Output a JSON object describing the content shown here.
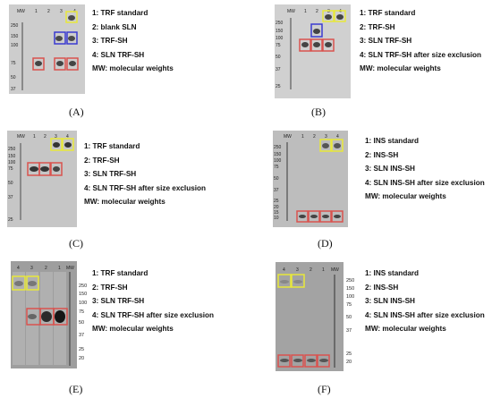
{
  "panels": [
    {
      "id": "A",
      "label": "(A)",
      "mw_header": "MW",
      "lane_numbers": [
        "1",
        "2",
        "3",
        "4"
      ],
      "mw_ticks": [
        "250",
        "150",
        "100",
        "75",
        "50",
        "37"
      ],
      "legend": [
        "1: TRF standard",
        "2: blank SLN",
        "3: TRF-SH",
        "4: SLN TRF-SH",
        "MW: molecular weights"
      ]
    },
    {
      "id": "B",
      "label": "(B)",
      "mw_header": "MW",
      "lane_numbers": [
        "1",
        "2",
        "3",
        "4"
      ],
      "mw_ticks": [
        "250",
        "150",
        "100",
        "75",
        "50",
        "37",
        "25"
      ],
      "legend": [
        "1: TRF standard",
        "2: TRF-SH",
        "3: SLN TRF-SH",
        "4: SLN TRF-SH after size exclusion",
        "MW: molecular weights"
      ]
    },
    {
      "id": "C",
      "label": "(C)",
      "mw_header": "MW",
      "lane_numbers": [
        "1",
        "2",
        "3",
        "4"
      ],
      "mw_ticks": [
        "250",
        "150",
        "100",
        "75",
        "50",
        "37",
        "25"
      ],
      "legend": [
        "1: TRF standard",
        "2: TRF-SH",
        "3: SLN TRF-SH",
        "4: SLN TRF-SH after size exclusion",
        "MW: molecular weights"
      ]
    },
    {
      "id": "D",
      "label": "(D)",
      "mw_header": "MW",
      "lane_numbers": [
        "1",
        "2",
        "3",
        "4"
      ],
      "mw_ticks": [
        "250",
        "150",
        "100",
        "75",
        "50",
        "37",
        "25",
        "20",
        "15",
        "10"
      ],
      "legend": [
        "1: INS standard",
        "2: INS-SH",
        "3: SLN INS-SH",
        "4: SLN INS-SH after size exclusion",
        "MW: molecular weights"
      ]
    },
    {
      "id": "E",
      "label": "(E)",
      "mw_header": "MW",
      "lane_numbers": [
        "4",
        "3",
        "2",
        "1"
      ],
      "mw_ticks": [
        "250",
        "150",
        "100",
        "75",
        "50",
        "37",
        "25",
        "20"
      ],
      "legend": [
        "1: TRF standard",
        "2: TRF-SH",
        "3: SLN TRF-SH",
        "4: SLN TRF-SH after size exclusion",
        "MW: molecular weights"
      ]
    },
    {
      "id": "F",
      "label": "(F)",
      "mw_header": "MW",
      "lane_numbers": [
        "4",
        "3",
        "2",
        "1"
      ],
      "mw_ticks": [
        "250",
        "150",
        "100",
        "75",
        "50",
        "37",
        "25",
        "20"
      ],
      "legend": [
        "1: INS standard",
        "2: INS-SH",
        "3: SLN INS-SH",
        "4: SLN INS-SH after size exclusion",
        "MW: molecular weights"
      ]
    }
  ],
  "colors": {
    "red_box": "#d9534f",
    "blue_box": "#3a3ad0",
    "yellow_box": "#e8e83a",
    "gel_bg": "#c9c9c9",
    "band": "#3b3b3b"
  }
}
